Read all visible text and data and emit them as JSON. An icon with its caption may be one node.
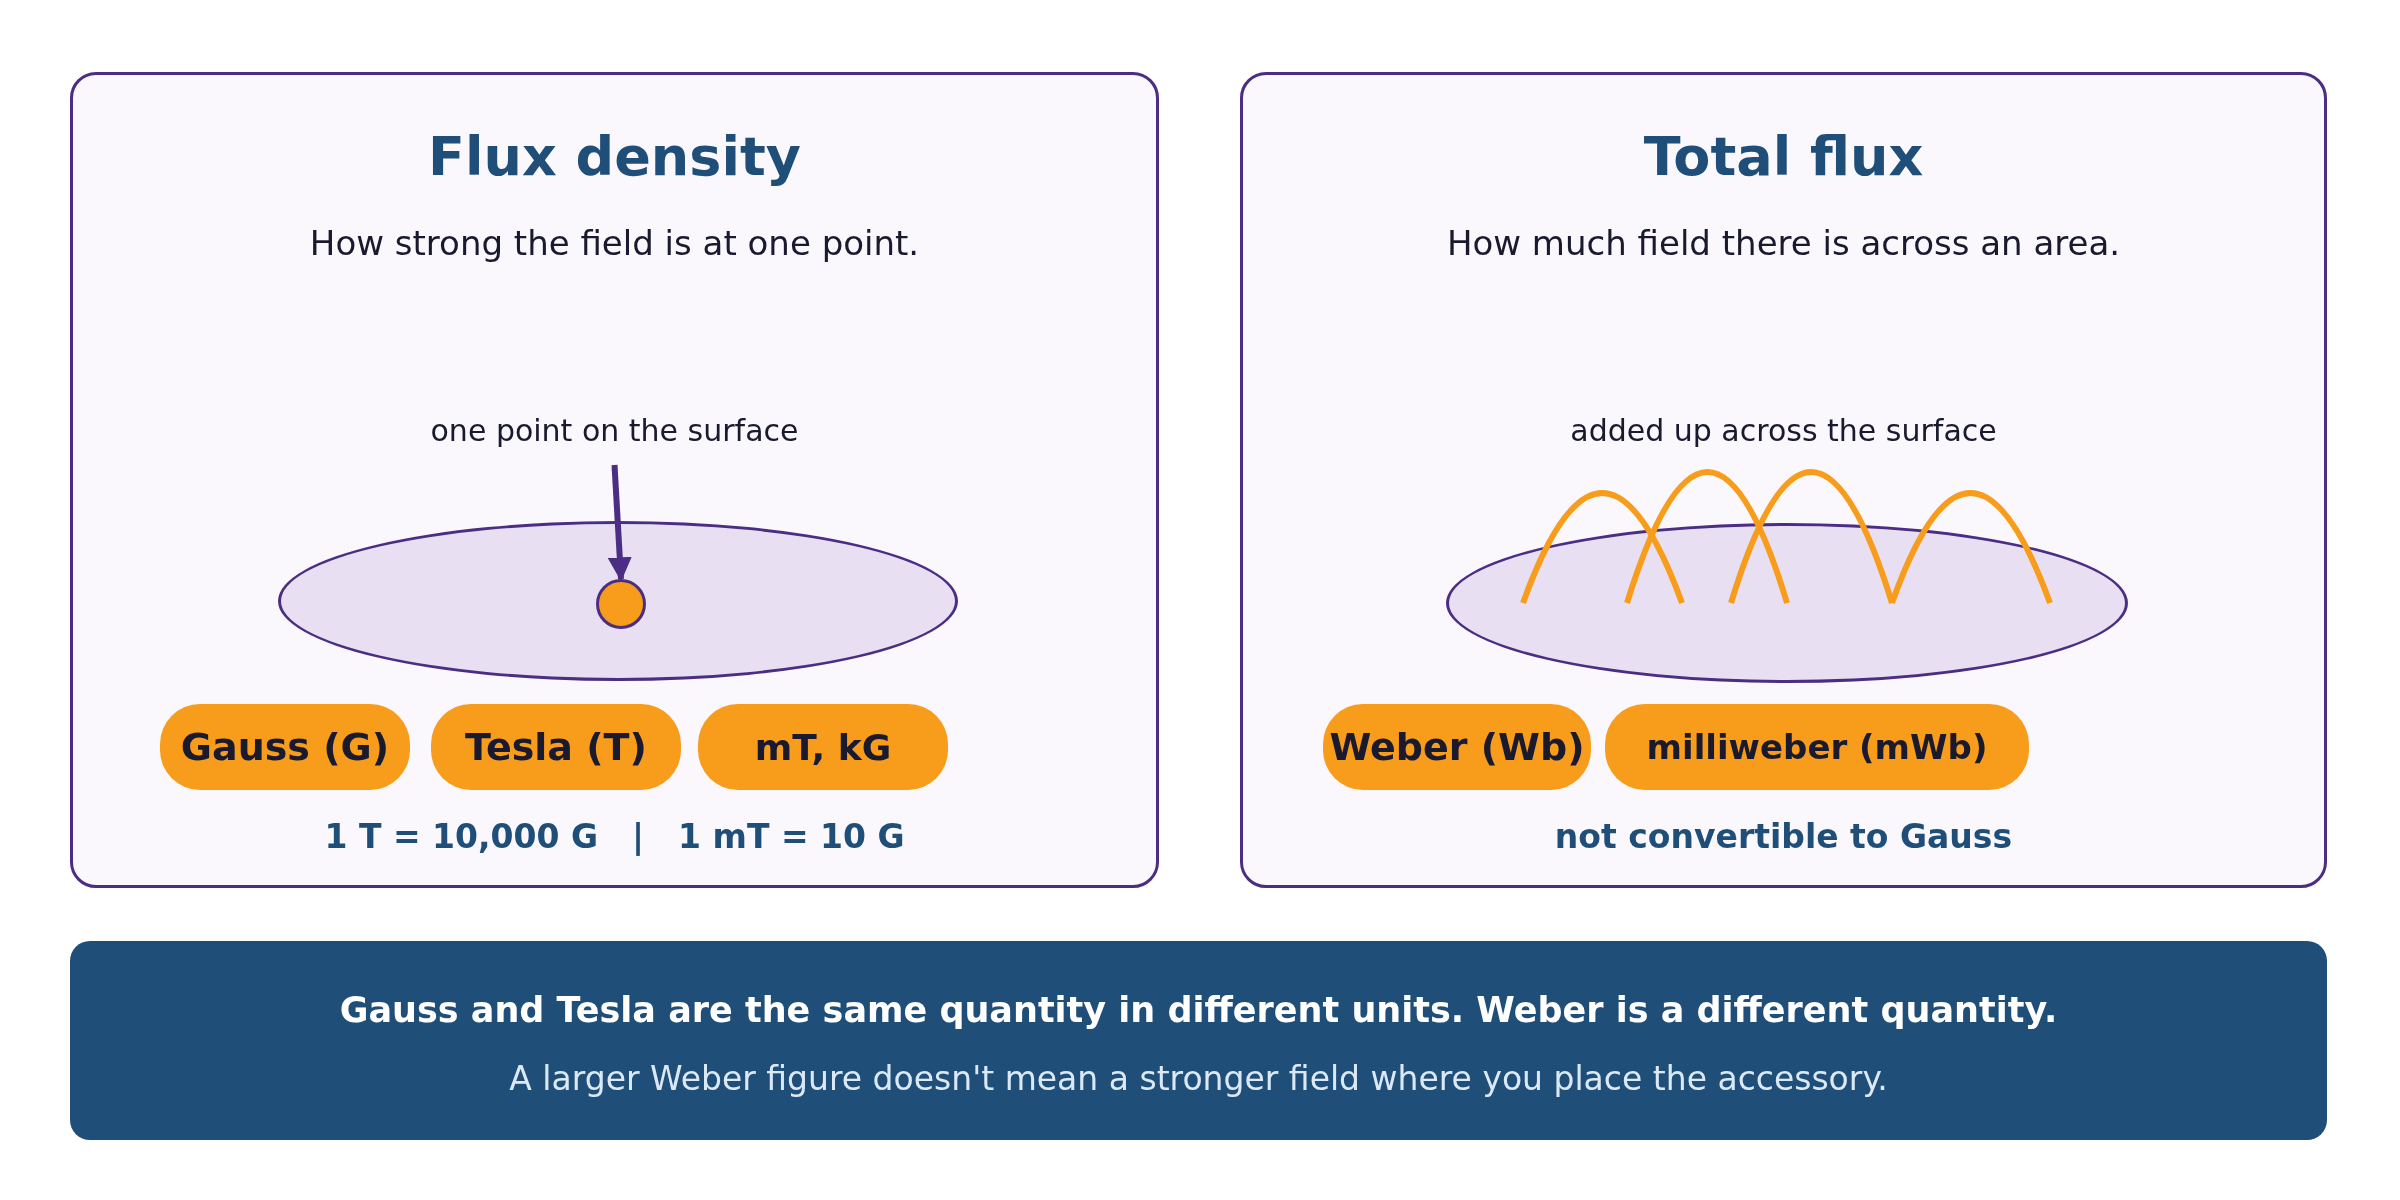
{
  "diagram": {
    "nodes": [
      {
        "text": [
          "Flux density",
          "How strong the field is at one point."
        ]
      },
      {
        "text": [
          "one point on the surface"
        ],
        "in": 0
      },
      {
        "text": [],
        "shape": "ellipse",
        "in": 0
      },
      {
        "text": [],
        "shape": "circle",
        "in": 2
      },
      {
        "text": [
          "Gauss (G)"
        ],
        "in": 0
      },
      {
        "text": [
          "Tesla (T)"
        ],
        "in": 0
      },
      {
        "text": [
          "mT, kG"
        ],
        "in": 0
      },
      {
        "text": [
          "Total flux",
          "How much field there is across an area."
        ]
      },
      {
        "text": [],
        "shape": "ellipse",
        "in": 7
      },
      {
        "text": [
          "Weber (Wb)"
        ],
        "in": 7
      },
      {
        "text": [
          "milliweber (mWb)"
        ],
        "in": 7
      },
      {
        "text": [
          "Gauss and Tesla are the same quantity in different units. Weber is a different quantity.",
          "A larger Weber figure doesn't mean a stronger field where you place the accessory."
        ]
      }
    ],
    "edges": [
      {
        "from": 1,
        "to": 3,
        "arrow": "to",
        "color": "#4b2e83"
      }
    ],
    "labels": [
      "1 T = 10,000 G",
      "|",
      "1 mT = 10 G",
      "added up across the surface",
      "not convertible to Gauss"
    ]
  }
}
